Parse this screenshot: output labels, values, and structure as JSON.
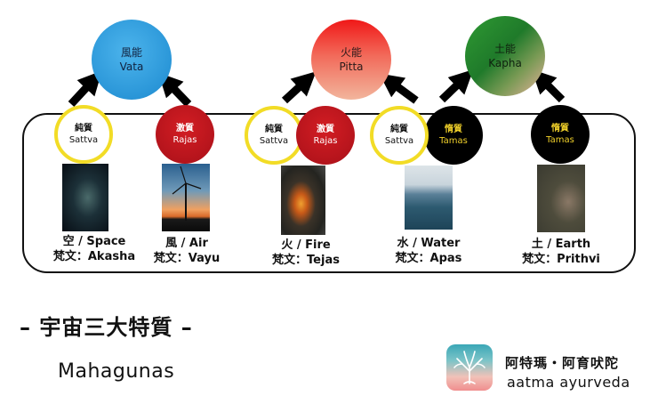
{
  "doshas": [
    {
      "zh": "風能",
      "en": "Vata"
    },
    {
      "zh": "火能",
      "en": "Pitta"
    },
    {
      "zh": "土能",
      "en": "Kapha"
    }
  ],
  "gunas": [
    {
      "zh": "純質",
      "en": "Sattva"
    },
    {
      "zh": "激質",
      "en": "Rajas"
    },
    {
      "zh": "純質",
      "en": "Sattva"
    },
    {
      "zh": "激質",
      "en": "Rajas"
    },
    {
      "zh": "純質",
      "en": "Sattva"
    },
    {
      "zh": "惰質",
      "en": "Tamas"
    },
    {
      "zh": "惰質",
      "en": "Tamas"
    }
  ],
  "elements": [
    {
      "name": "空 / Space",
      "sanskrit": "梵文：Akasha",
      "image": "milky-way-night-sky"
    },
    {
      "name": "風 / Air",
      "sanskrit": "梵文：Vayu",
      "image": "wind-turbine-sunset"
    },
    {
      "name": "火 / Fire",
      "sanskrit": "梵文：Tejas",
      "image": "fire-flames"
    },
    {
      "name": "水 / Water",
      "sanskrit": "梵文：Apas",
      "image": "ocean-waves"
    },
    {
      "name": "土 / Earth",
      "sanskrit": "梵文：Prithvi",
      "image": "hand-holding-soil"
    }
  ],
  "title": "– 宇宙三大特質 –",
  "subtitle": "Mahagunas",
  "brand": {
    "name_zh": "阿特瑪・阿育吠陀",
    "name_en": "aatma ayurveda",
    "logo": "tree-logo"
  },
  "colors": {
    "vata": "#2a96d8",
    "pitta": "#f01818",
    "kapha": "#1f7a2a",
    "sattva_ring": "#f2dc26",
    "rajas": "#b5141c",
    "tamas": "#000000",
    "tamas_text": "#f0d02a"
  }
}
